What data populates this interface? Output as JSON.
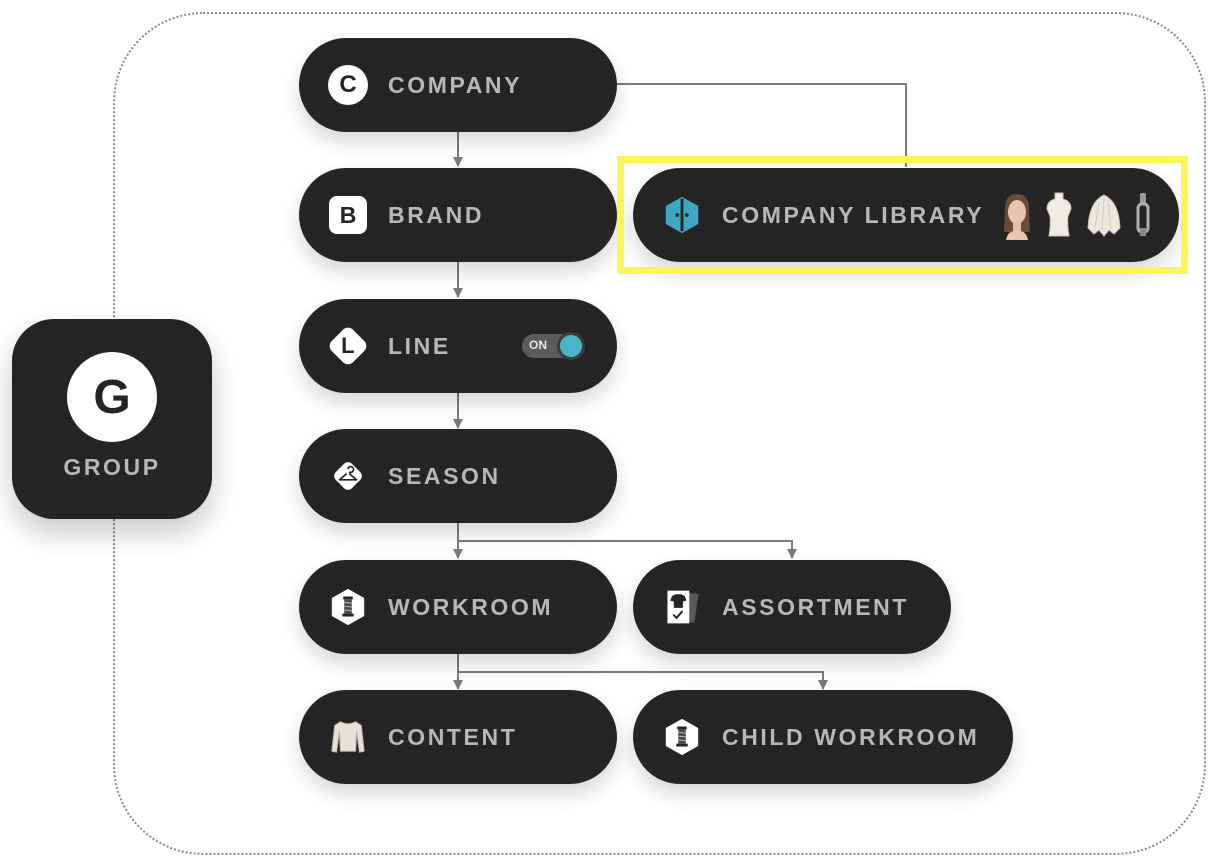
{
  "group": {
    "label": "GROUP",
    "letter": "G"
  },
  "nodes": {
    "company": {
      "label": "COMPANY",
      "letter": "C"
    },
    "brand": {
      "label": "BRAND",
      "letter": "B"
    },
    "line": {
      "label": "LINE",
      "letter": "L",
      "toggle_text": "ON",
      "toggle_state": "on"
    },
    "season": {
      "label": "SEASON"
    },
    "workroom": {
      "label": "WORKROOM"
    },
    "content": {
      "label": "CONTENT"
    },
    "company_library": {
      "label": "COMPANY LIBRARY",
      "highlighted": true
    },
    "assortment": {
      "label": "ASSORTMENT"
    },
    "child_workroom": {
      "label": "CHILD WORKROOM"
    }
  },
  "icons": {
    "group": "group-g-icon",
    "company": "company-c-icon",
    "brand": "brand-b-icon",
    "line": "line-l-icon",
    "season": "hanger-icon",
    "workroom": "thread-spool-icon",
    "content": "garment-icon",
    "company_library": "library-icon",
    "assortment": "assortment-clipboard-icon",
    "child_workroom": "thread-spool-icon",
    "library_thumbs": [
      "avatar-head-icon",
      "mannequin-icon",
      "fabric-drape-icon",
      "zipper-pull-icon"
    ]
  },
  "colors": {
    "node_bg": "#252525",
    "label_text": "#b8b8b8",
    "highlight": "#fbf55a",
    "toggle_accent": "#4ab5c9",
    "library_accent": "#3fa6c4",
    "connector": "#7a7a7a"
  }
}
